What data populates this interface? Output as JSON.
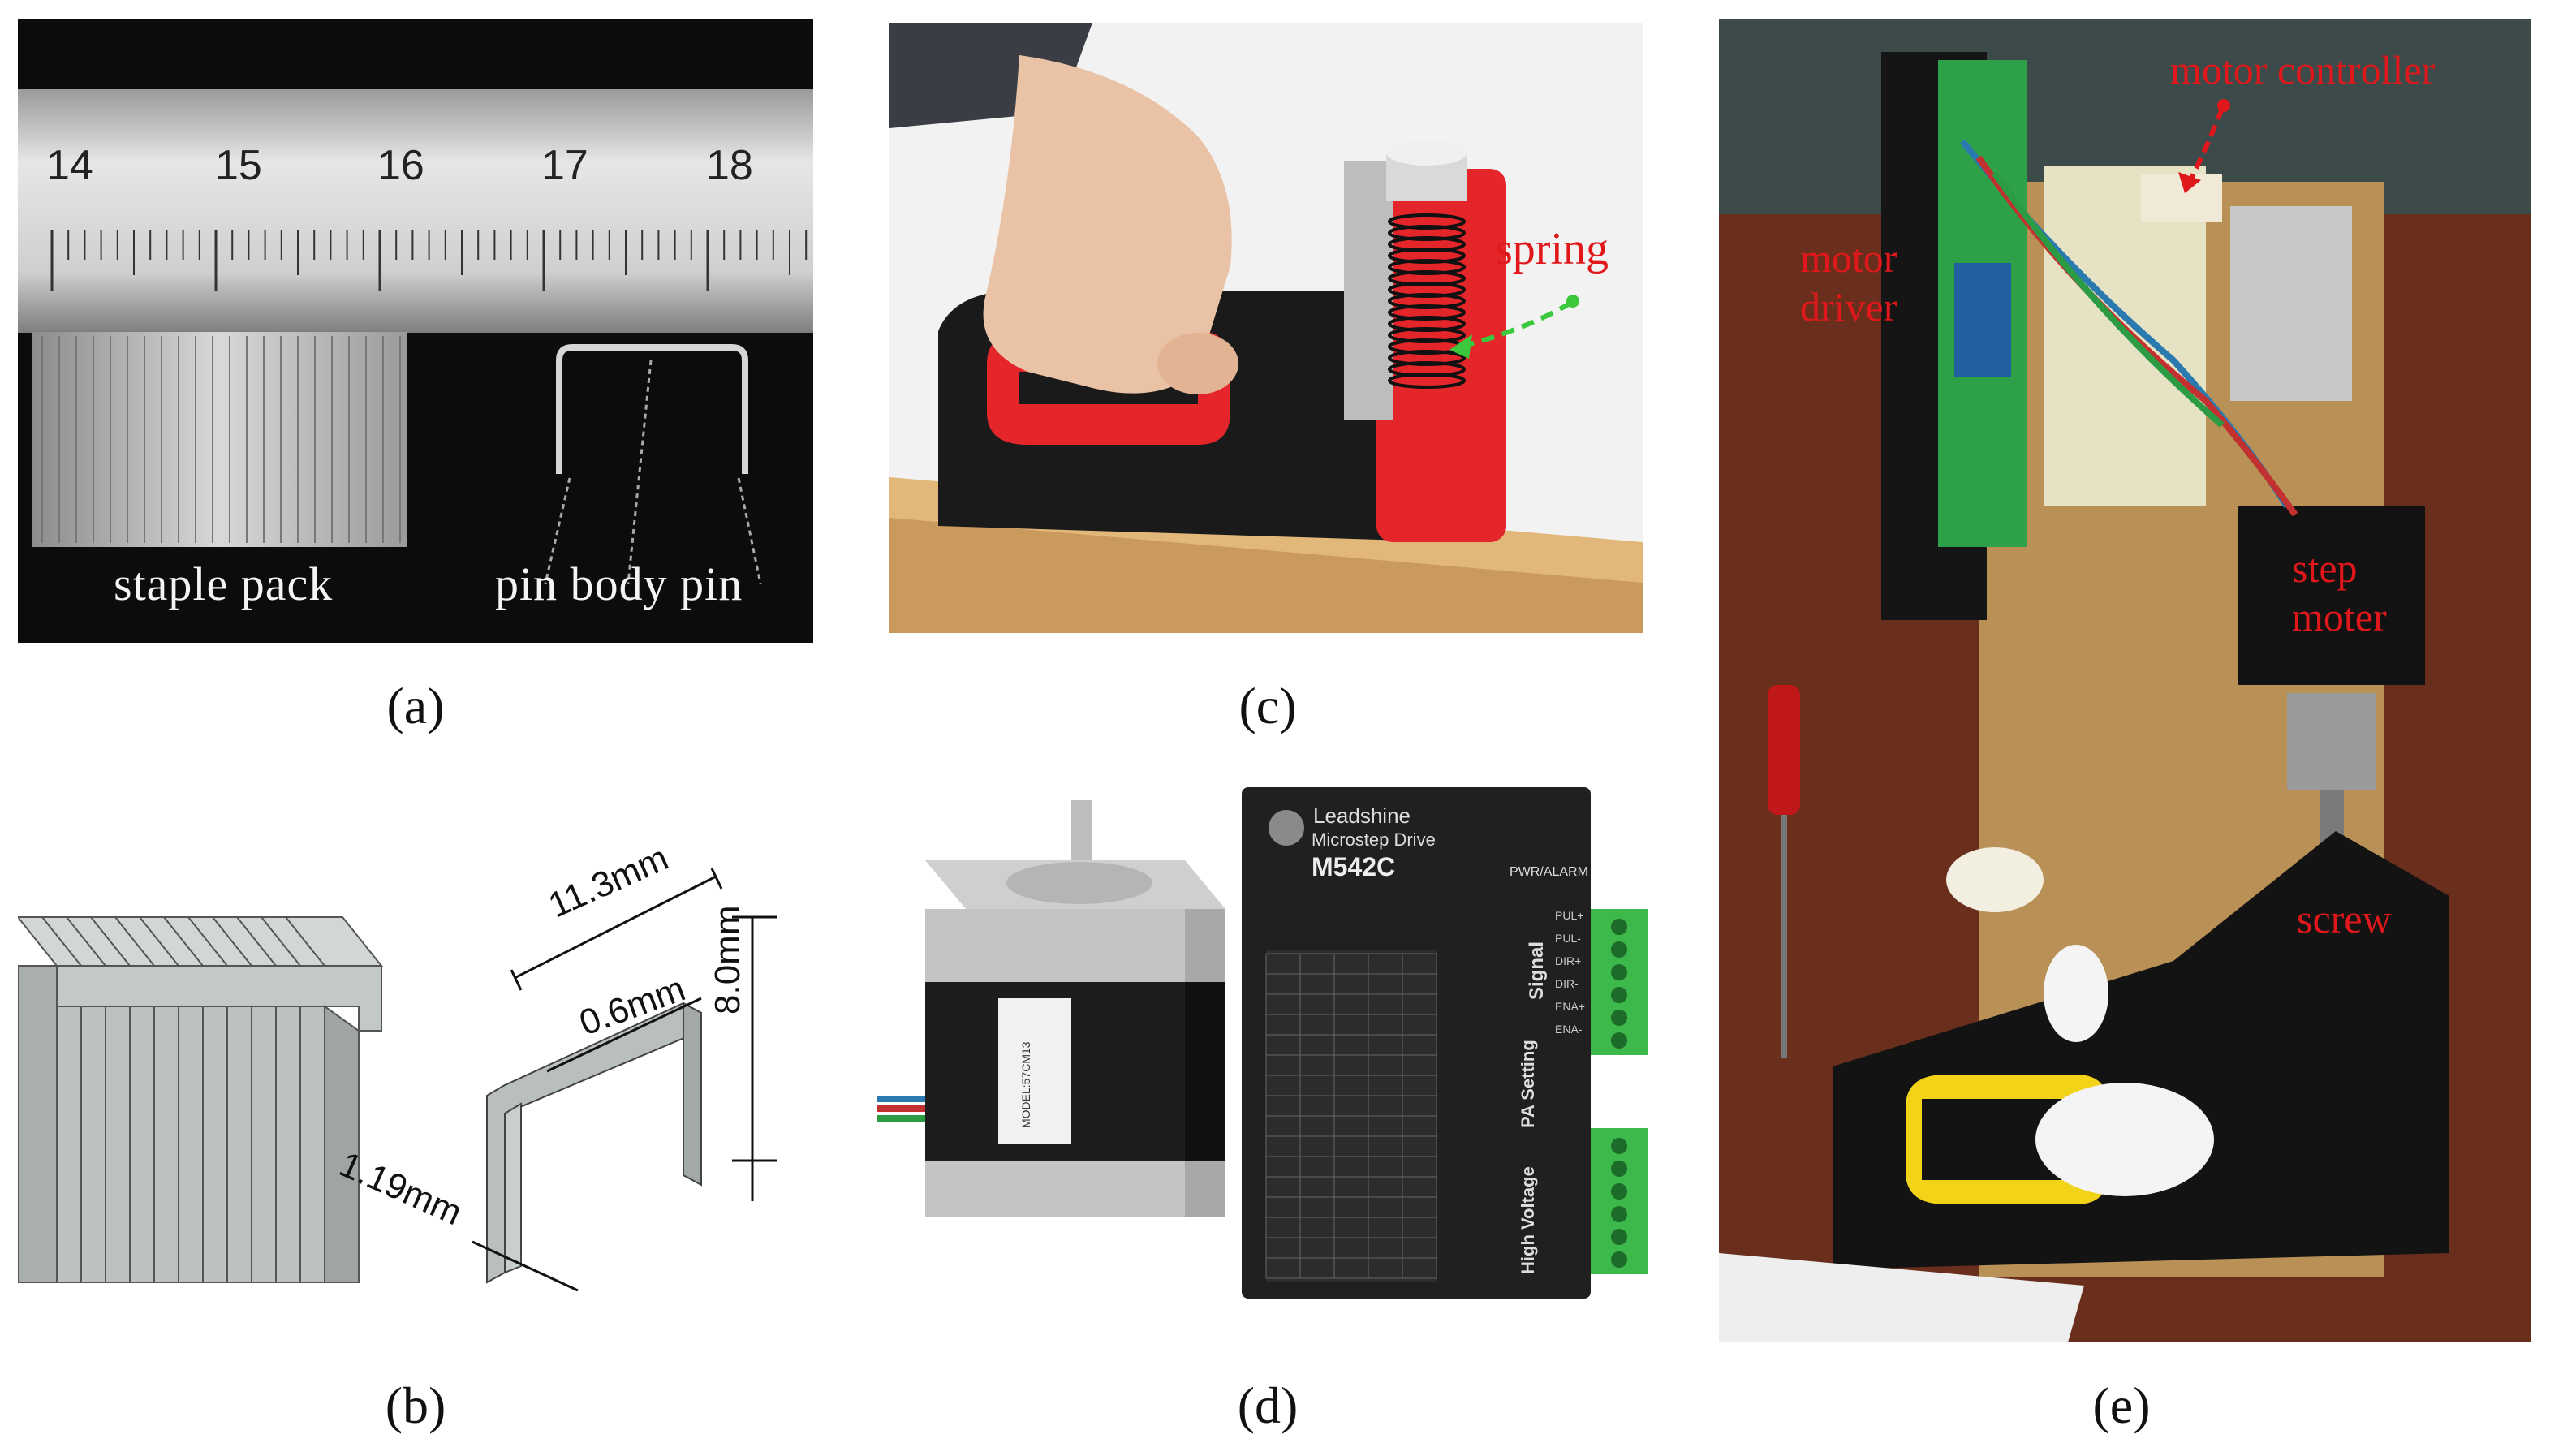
{
  "panels": {
    "a": {
      "caption": "(a)",
      "ruler_ticks": [
        "14",
        "15",
        "16",
        "17",
        "18"
      ],
      "label_pack": "staple pack",
      "label_parts": "pin body pin"
    },
    "b": {
      "caption": "(b)",
      "dim_width": "11.3mm",
      "dim_thickness": "0.6mm",
      "dim_height": "8.0mm",
      "dim_depth": "1.19mm"
    },
    "c": {
      "caption": "(c)",
      "label_spring": "spring"
    },
    "d": {
      "caption": "(d)",
      "driver_brand": "Leadshine",
      "driver_subtitle": "Microstep Drive",
      "driver_model": "M542C",
      "motor_label": "MODEL:57CM13",
      "group_signal": "Signal",
      "group_setting": "PA Setting",
      "group_voltage": "High Voltage",
      "pwr_alarm": "PWR/ALARM",
      "signal_pins": [
        "PUL+",
        "PUL-",
        "DIR+",
        "DIR-",
        "ENA+",
        "ENA-"
      ]
    },
    "e": {
      "caption": "(e)",
      "label_controller": "motor controller",
      "label_driver_1": "motor",
      "label_driver_2": "driver",
      "label_step_1": "step",
      "label_step_2": "moter",
      "label_screw": "screw"
    }
  },
  "colors": {
    "annotation_red": "#e0181b",
    "spring_arrow_green": "#3cc83c",
    "staple_gray": "#b9bfbd",
    "stapler_red": "#e4252a"
  }
}
